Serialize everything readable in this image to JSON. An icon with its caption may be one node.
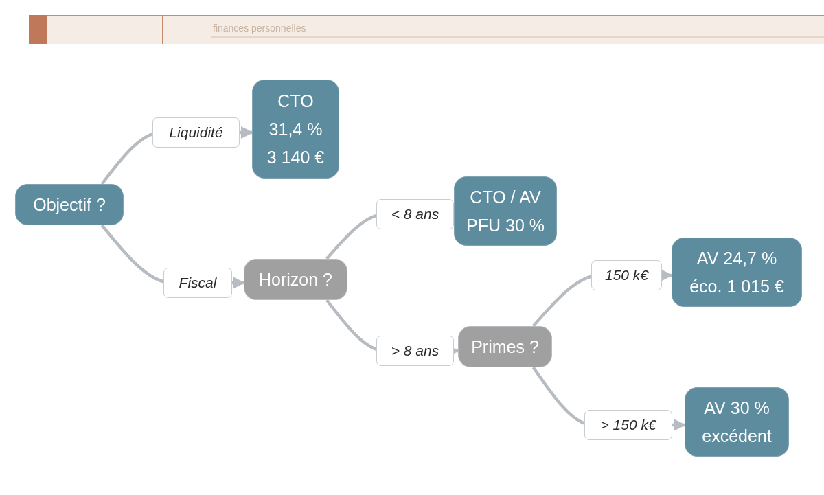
{
  "diagram": {
    "nodes": [
      {
        "text": [
          "Objectif ?"
        ]
      },
      {
        "text": [
          "CTO",
          "31,4 %",
          "3 140 €"
        ]
      },
      {
        "text": [
          "Horizon ?"
        ]
      },
      {
        "text": [
          "CTO / AV",
          "PFU 30 %"
        ]
      },
      {
        "text": [
          "Primes ?"
        ]
      },
      {
        "text": [
          "AV 24,7 %",
          "éco. 1 015 €"
        ]
      },
      {
        "text": [
          "AV 30 %",
          "excédent"
        ]
      }
    ],
    "edges": [
      {
        "from": 0,
        "to": 1,
        "arrow": "to",
        "label": "Liquidité"
      },
      {
        "from": 0,
        "to": 2,
        "arrow": "to",
        "label": "Fiscal"
      },
      {
        "from": 2,
        "to": 3,
        "arrow": "to",
        "label": "< 8 ans"
      },
      {
        "from": 2,
        "to": 4,
        "arrow": "to",
        "label": "> 8 ans"
      },
      {
        "from": 4,
        "to": 5,
        "arrow": "to",
        "label": "150 k€"
      },
      {
        "from": 4,
        "to": 6,
        "arrow": "to",
        "label": "> 150 k€"
      }
    ],
    "labels": [
      "finances personnelles"
    ]
  }
}
